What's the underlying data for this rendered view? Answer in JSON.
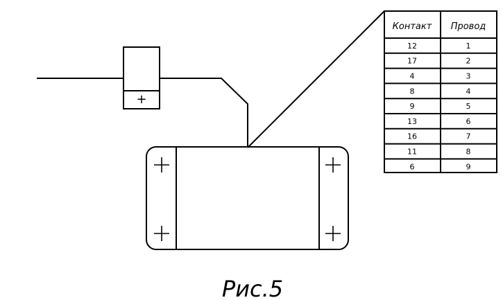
{
  "table": {
    "headers": [
      "Контакт",
      "Провод"
    ],
    "rows": [
      [
        "12",
        "1"
      ],
      [
        "17",
        "2"
      ],
      [
        "4",
        "3"
      ],
      [
        "8",
        "4"
      ],
      [
        "9",
        "5"
      ],
      [
        "13",
        "6"
      ],
      [
        "16",
        "7"
      ],
      [
        "11",
        "8"
      ],
      [
        "6",
        "9"
      ]
    ]
  },
  "caption": "Рис.5",
  "cross_symbol": "+"
}
